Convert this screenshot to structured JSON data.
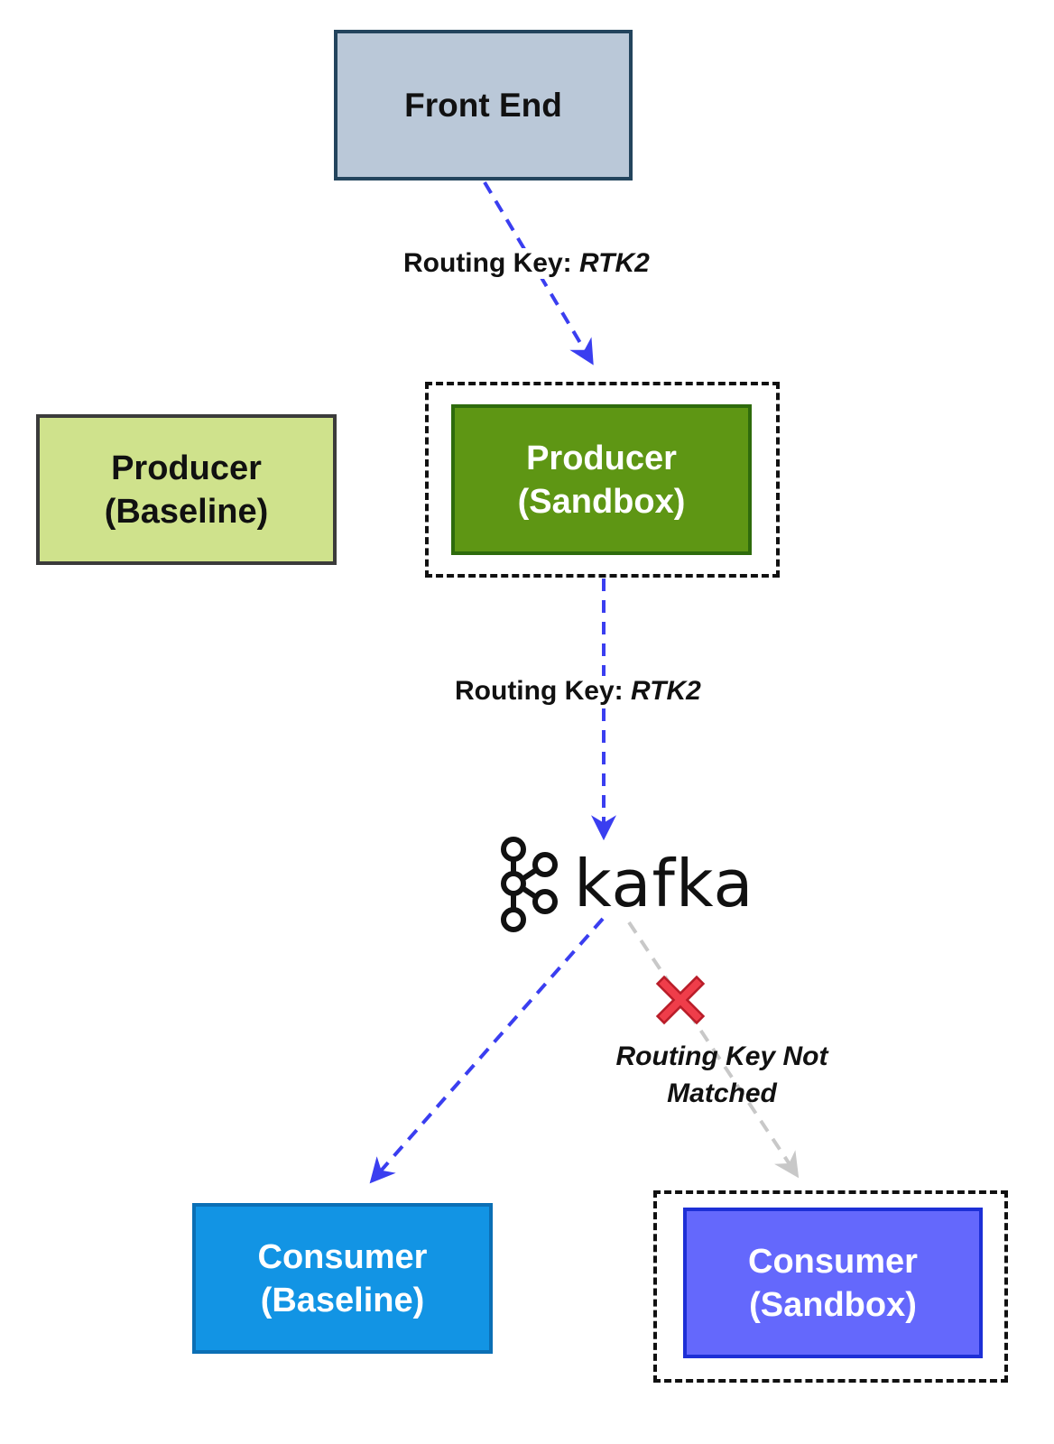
{
  "nodes": {
    "front_end": "Front End",
    "producer_baseline": [
      "Producer",
      "(Baseline)"
    ],
    "producer_sandbox": [
      "Producer",
      "(Sandbox)"
    ],
    "consumer_baseline": [
      "Consumer",
      "(Baseline)"
    ],
    "consumer_sandbox": [
      "Consumer",
      "(Sandbox)"
    ]
  },
  "edges": {
    "frontend_to_producer": {
      "prefix": "Routing Key: ",
      "key": "RTK2"
    },
    "producer_to_kafka": {
      "prefix": "Routing Key: ",
      "key": "RTK2"
    },
    "kafka_to_sandbox": "Routing Key Not Matched"
  },
  "broker": {
    "name": "kafka",
    "icon": "kafka-logo-icon"
  },
  "colors": {
    "active_edge": "#3a3ef0",
    "inactive_edge": "#c8c8c8",
    "reject_mark": "#e8303c"
  }
}
